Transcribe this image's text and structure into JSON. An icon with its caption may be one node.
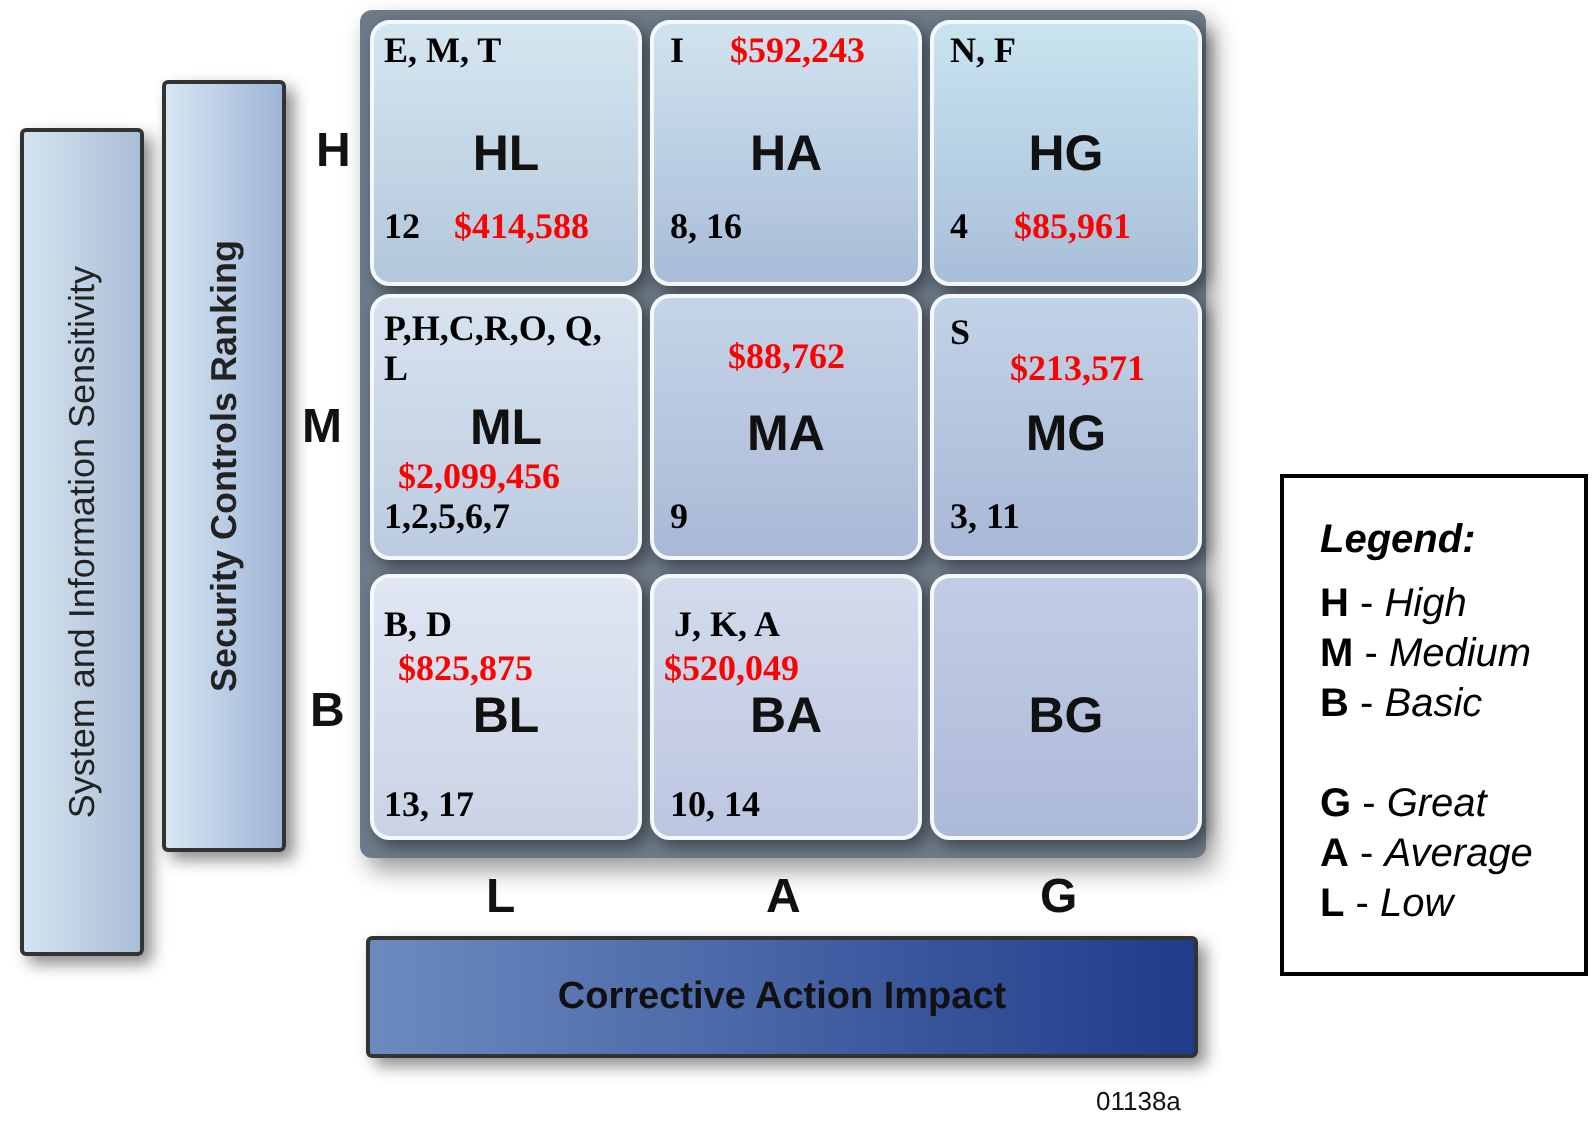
{
  "diagram": {
    "nodes": [
      {
        "text": [
          "System and Information Sensitivity"
        ]
      },
      {
        "text": [
          "Security Controls Ranking"
        ]
      },
      {
        "text": [
          "E, M, T",
          "HL",
          "12",
          "$414,588"
        ]
      },
      {
        "text": [
          "I",
          "$592,243",
          "HA",
          "8, 16"
        ]
      },
      {
        "text": [
          "N, F",
          "HG",
          "4",
          "$85,961"
        ]
      },
      {
        "text": [
          "P,H,C,R,O, Q, L",
          "ML",
          "$2,099,456",
          "1,2,5,6,7"
        ]
      },
      {
        "text": [
          "$88,762",
          "MA",
          "9"
        ]
      },
      {
        "text": [
          "S",
          "$213,571",
          "MG",
          "3, 11"
        ]
      },
      {
        "text": [
          "B, D",
          "$825,875",
          "BL",
          "13, 17"
        ]
      },
      {
        "text": [
          "J, K, A",
          "$520,049",
          "BA",
          "10, 14"
        ]
      },
      {
        "text": [
          "BG"
        ]
      },
      {
        "text": [
          "Corrective Action Impact"
        ]
      }
    ],
    "edges": [],
    "labels": [
      "H",
      "M",
      "B",
      "L",
      "A",
      "G",
      "Legend:",
      "01138a"
    ],
    "legend": [
      {
        "text": "**H** - *High*"
      },
      {
        "text": "**M** - *Medium*"
      },
      {
        "text": "**B** - *Basic*"
      },
      {
        "text": "**G** - *Great*"
      },
      {
        "text": "**A** - *Average*"
      },
      {
        "text": "**L** - *Low*"
      }
    ]
  }
}
